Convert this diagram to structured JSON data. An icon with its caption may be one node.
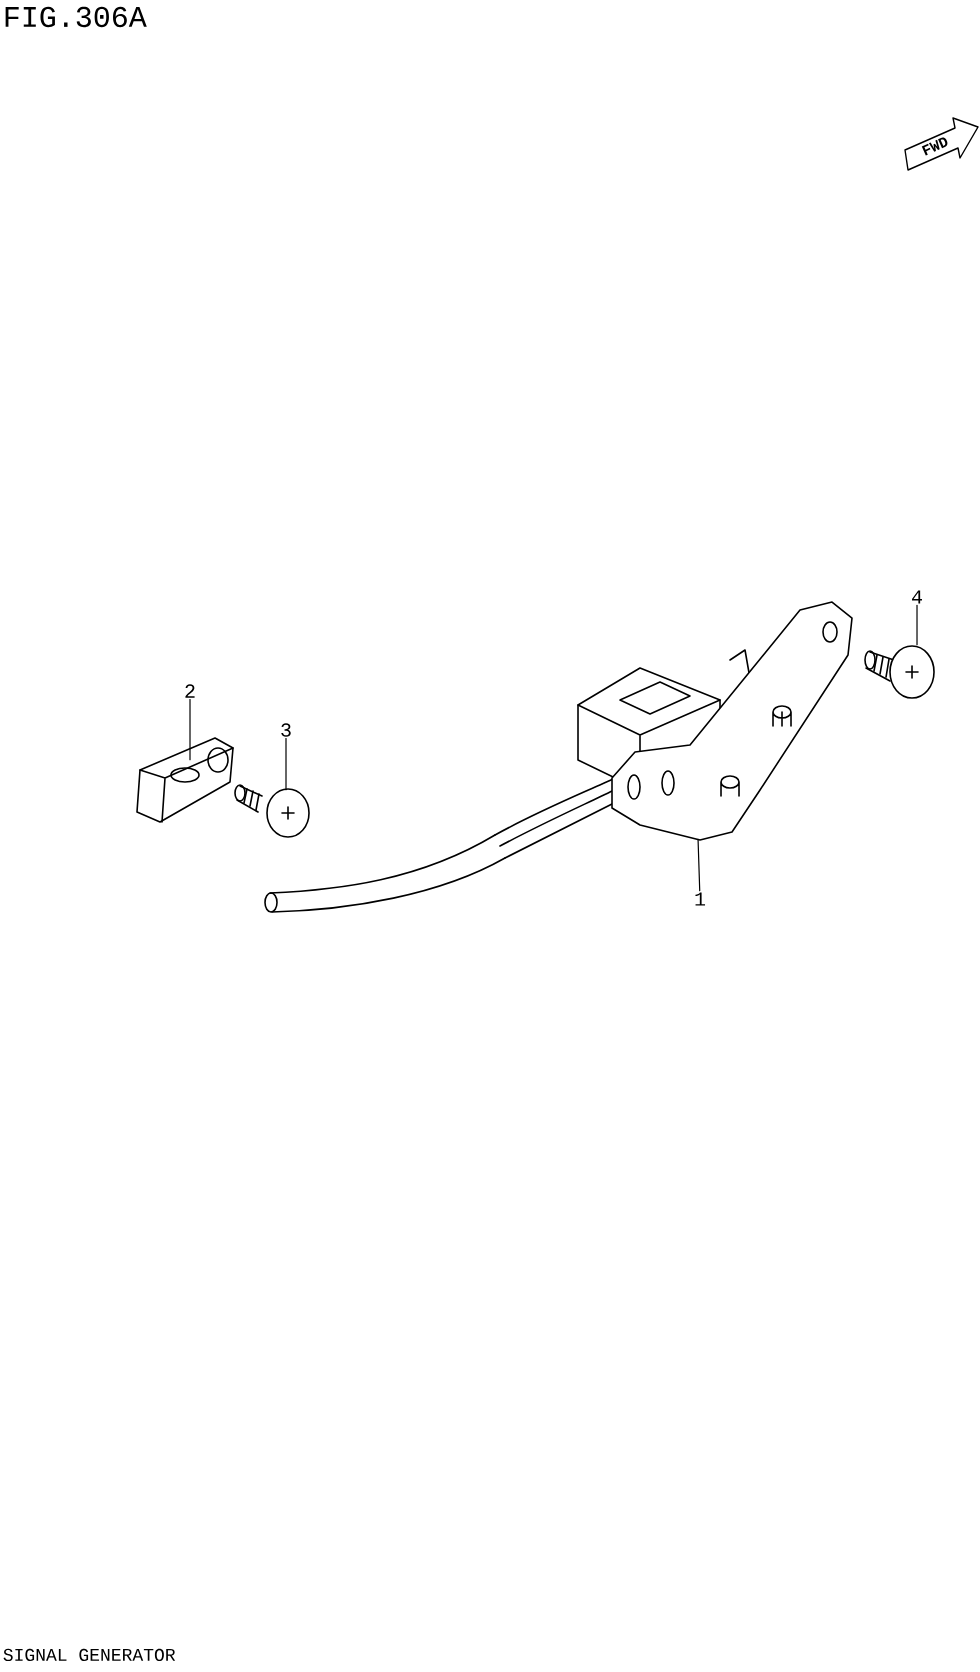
{
  "diagram": {
    "title": "FIG.306A",
    "caption": "SIGNAL GENERATOR",
    "nodes": [
      {
        "text": [
          "4"
        ]
      },
      {
        "text": [
          "2"
        ]
      },
      {
        "text": [
          "3"
        ]
      },
      {
        "text": [
          "1"
        ]
      },
      {
        "text": [],
        "shape": "picture"
      },
      {
        "text": [],
        "shape": "picture"
      },
      {
        "text": [],
        "shape": "picture"
      },
      {
        "text": [],
        "shape": "picture"
      }
    ],
    "edges": [
      {
        "from": 0,
        "to": 4,
        "arrow": "none"
      },
      {
        "from": 1,
        "to": 5,
        "arrow": "none"
      },
      {
        "from": 2,
        "to": 6,
        "arrow": "none"
      },
      {
        "from": 3,
        "to": 7,
        "arrow": "none"
      }
    ],
    "labels": [
      "FWD"
    ]
  }
}
